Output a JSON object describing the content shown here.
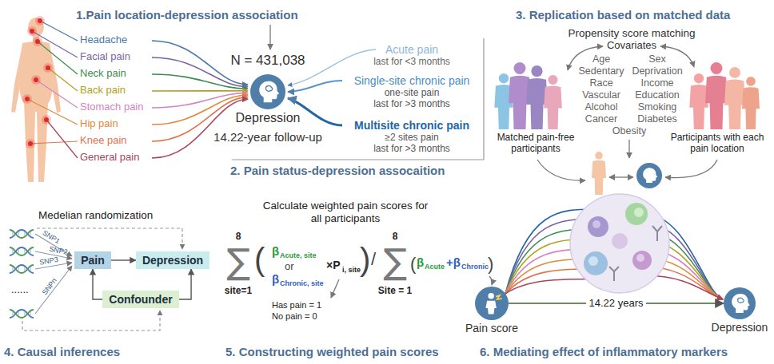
{
  "diagram": {
    "nodes": [
      {
        "text": [
          "Depression"
        ]
      },
      {
        "text": [
          "Pain"
        ]
      },
      {
        "text": [
          "Depression"
        ]
      },
      {
        "text": [
          "Confounder"
        ]
      },
      {
        "text": [
          "Pain score"
        ]
      },
      {
        "text": [
          "Depression"
        ]
      }
    ],
    "edges": [
      {
        "from": 1,
        "to": 2,
        "arrow": "to"
      },
      {
        "from": 3,
        "to": 1,
        "arrow": "to"
      },
      {
        "from": 3,
        "to": 2,
        "arrow": "to"
      },
      {
        "from": 4,
        "to": 5,
        "label": "14.22 years",
        "arrow": "to"
      }
    ],
    "labels": [
      "1.Pain location-depression association",
      "Headache",
      "Facial pain",
      "Neck pain",
      "Back pain",
      "Stomach pain",
      "Hip pain",
      "Knee pain",
      "General pain",
      "N = 431,038",
      "14.22-year follow-up",
      "Acute pain",
      "last for <3 months",
      "Single-site chronic pain",
      "one-site pain",
      "last for >3 months",
      "Multisite chronic pain",
      "≥2 sites pain",
      "last for >3 months",
      "2. Pain status-depression assocaition",
      "3. Replication based on matched data",
      "Propensity score matching",
      "Covariates",
      "Age",
      "Sex",
      "Sedentary",
      "Deprivation",
      "Race",
      "Income",
      "Vascular",
      "Education",
      "Alcohol",
      "Smoking",
      "Cancer",
      "Diabetes",
      "Obesity",
      "Matched pain-free participants",
      "Participants with each pain location",
      "Medelian randomization",
      "SNP1",
      "SNP2",
      "SNP3",
      "......",
      "SNPn",
      "4. Causal inferences",
      "Calculate weighted pain scores for all participants",
      "8",
      "∑",
      "site=1",
      "(",
      "β",
      "Acute, site",
      "or",
      "β",
      "Chronic, site",
      "×P",
      "i, site",
      ")",
      "/",
      "8",
      "∑",
      "Site = 1",
      "(",
      "β",
      "Acute",
      "+β",
      "Chronic",
      ")",
      "Has pain = 1",
      "No pain = 0",
      "5. Constructing weighted pain scores",
      "6. Mediating effect of inflammatory markers"
    ]
  }
}
